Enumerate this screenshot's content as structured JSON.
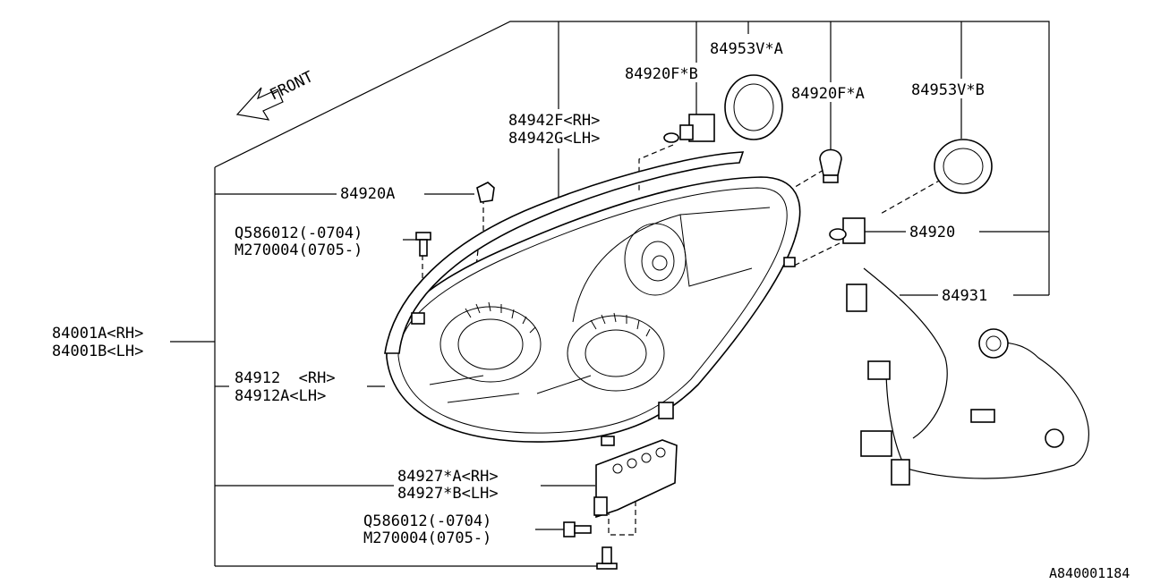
{
  "diagram": {
    "front_label": "FRONT",
    "figure_id": "A840001184",
    "labels": {
      "p84953v_a": "84953V*A",
      "p84920f_b": "84920F*B",
      "p84920f_a": "84920F*A",
      "p84953v_b": "84953V*B",
      "p84942f": "84942F<RH>",
      "p84942g": "84942G<LH>",
      "p84920a": "84920A",
      "q586012_top": "Q586012(-0704)",
      "m270004_top": "M270004(0705-)",
      "p84920": "84920",
      "p84931": "84931",
      "p84001a": "84001A<RH>",
      "p84001b": "84001B<LH>",
      "p84912": "84912  <RH>",
      "p84912a": "84912A<LH>",
      "p84927a": "84927*A<RH>",
      "p84927b": "84927*B<LH>",
      "q586012_bot": "Q586012(-0704)",
      "m270004_bot": "M270004(0705-)"
    }
  }
}
